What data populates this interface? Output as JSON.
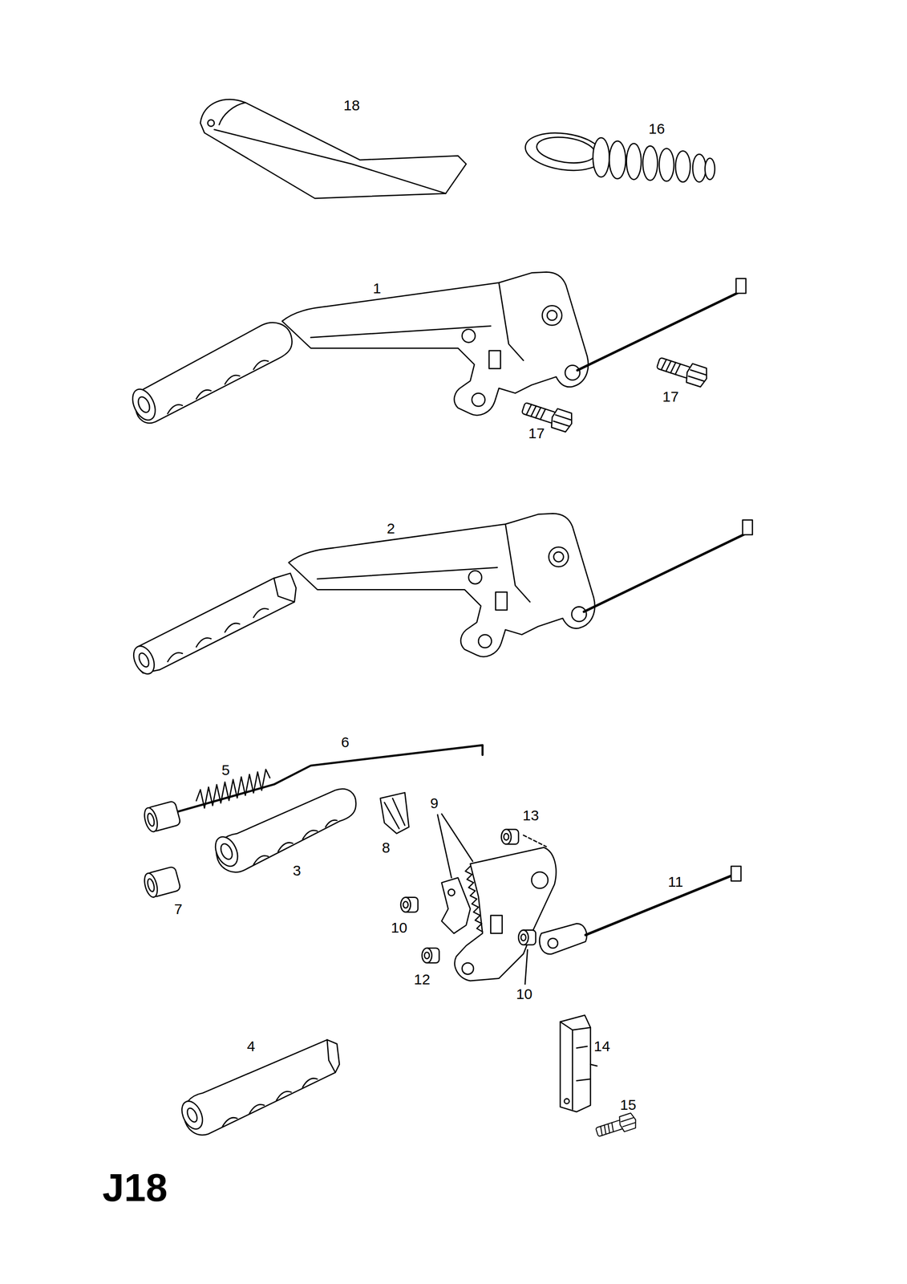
{
  "diagram": {
    "labels": [
      "18",
      "16",
      "1",
      "17",
      "17",
      "2",
      "6",
      "5",
      "9",
      "13",
      "8",
      "3",
      "11",
      "7",
      "10",
      "12",
      "10",
      "4",
      "14",
      "15",
      "J18"
    ]
  }
}
